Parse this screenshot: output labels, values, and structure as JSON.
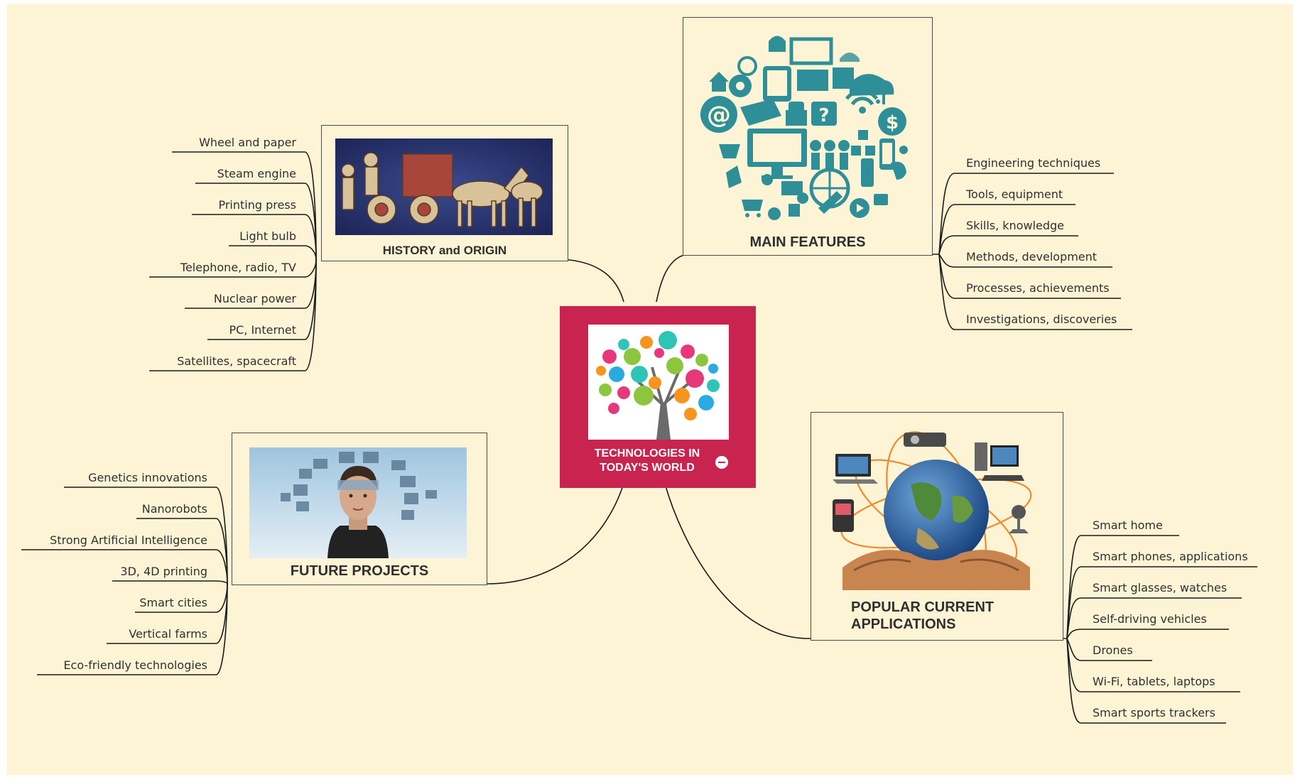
{
  "central": {
    "title_line1": "TECHNOLOGIES IN",
    "title_line2": "TODAY'S WORLD",
    "icon": "note-icon"
  },
  "branches": {
    "history": {
      "title": "HISTORY and ORIGIN",
      "image": "ancient-chariot-mosaic",
      "items": [
        "Wheel and paper",
        "Steam engine",
        "Printing press",
        "Light bulb",
        "Telephone, radio, TV",
        "Nuclear power",
        "PC, Internet",
        "Satellites, spacecraft"
      ]
    },
    "features": {
      "title": "MAIN FEATURES",
      "image": "technology-icons-circle",
      "items": [
        "Engineering techniques",
        "Tools, equipment",
        "Skills, knowledge",
        "Methods, development",
        "Processes, achievements",
        "Investigations, discoveries"
      ]
    },
    "future": {
      "title": "FUTURE PROJECTS",
      "image": "woman-with-floating-screens",
      "items": [
        "Genetics innovations",
        "Nanorobots",
        "Strong Artificial Intelligence",
        "3D, 4D printing",
        "Smart cities",
        "Vertical farms",
        "Eco-friendly technologies"
      ]
    },
    "applications": {
      "title_line1": "POPULAR CURRENT",
      "title_line2": "APPLICATIONS",
      "image": "hands-holding-globe-with-devices",
      "items": [
        "Smart home",
        "Smart phones, applications",
        "Smart glasses, watches",
        "Self-driving vehicles",
        "Drones",
        "Wi-Fi, tablets, laptops",
        "Smart sports trackers"
      ]
    }
  },
  "colors": {
    "background": "#fdf4d6",
    "central": "#c9234f",
    "line": "#1a1a1a",
    "icon_teal": "#2f8f99"
  }
}
